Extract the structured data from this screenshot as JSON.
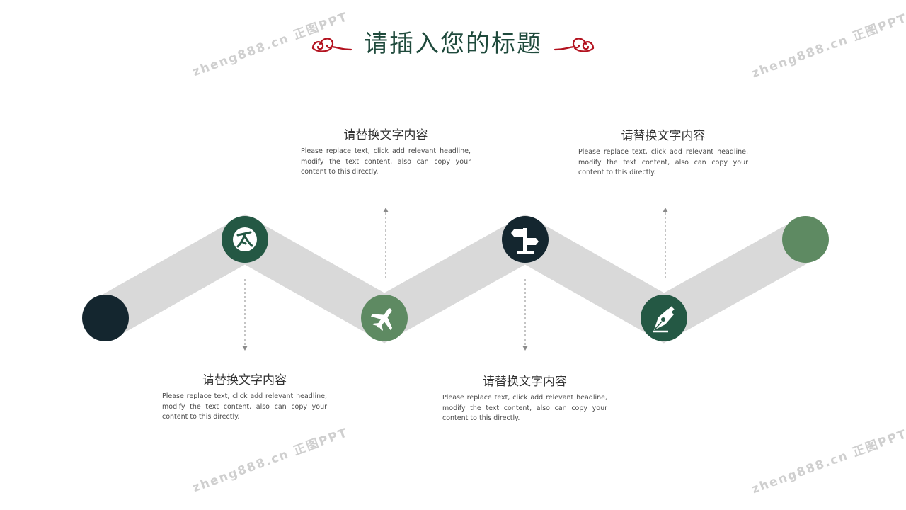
{
  "title": "请插入您的标题",
  "watermark": "zheng888.cn 正图PPT",
  "colors": {
    "dark_navy": "#14262f",
    "dark_green": "#245844",
    "sage_green": "#5e8a62",
    "band_gray": "#d9d9d9",
    "ornament_red": "#b3121f",
    "title_green": "#1f4a3c"
  },
  "nodes": [
    {
      "icon": "none",
      "color": "dark_navy"
    },
    {
      "icon": "grain-icon",
      "color": "dark_green"
    },
    {
      "icon": "airplane-icon",
      "color": "sage_green"
    },
    {
      "icon": "signpost-icon",
      "color": "dark_navy"
    },
    {
      "icon": "pen-nib-icon",
      "color": "dark_green"
    },
    {
      "icon": "none",
      "color": "sage_green"
    }
  ],
  "items": [
    {
      "heading": "请替换文字内容",
      "body": "Please replace text, click add relevant headline, modify the text content, also can copy your content to this directly."
    },
    {
      "heading": "请替换文字内容",
      "body": "Please replace text, click add relevant headline, modify the text content, also can copy your content to this directly."
    },
    {
      "heading": "请替换文字内容",
      "body": "Please replace text, click add relevant headline, modify the text content, also can copy your content to this directly."
    },
    {
      "heading": "请替换文字内容",
      "body": "Please replace text, click add relevant headline, modify the text content, also can copy your content to this directly."
    }
  ]
}
